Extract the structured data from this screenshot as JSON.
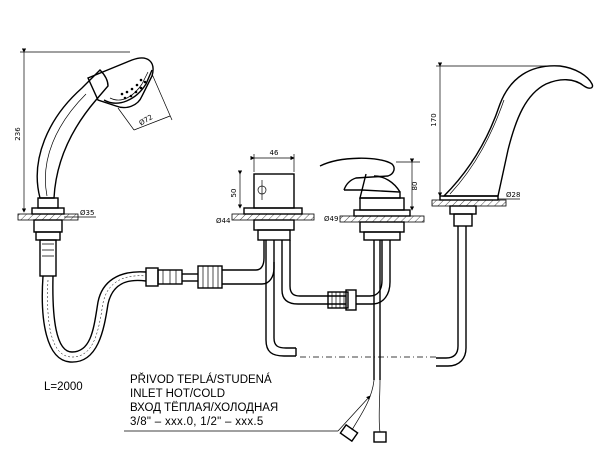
{
  "dimensions": {
    "handshower_height": "236",
    "head_diameter": "Ø72",
    "shower_base_dia": "Ø35",
    "diverter_width": "46",
    "diverter_height": "50",
    "diverter_base_dia": "Ø44",
    "mixer_base_dia": "Ø49",
    "mixer_height": "80",
    "spout_height": "170",
    "spout_base_dia": "Ø28"
  },
  "labels": {
    "hose_length": "L=2000",
    "inlet_cz": "PŘIVOD TEPLÁ/STUDENÁ",
    "inlet_en": "INLET HOT/COLD",
    "inlet_ru": "ВХОД ТЁПЛАЯ/ХОЛОДНАЯ",
    "inlet_sizes": "3/8\" – xxx.0, 1/2\" – xxx.5"
  }
}
